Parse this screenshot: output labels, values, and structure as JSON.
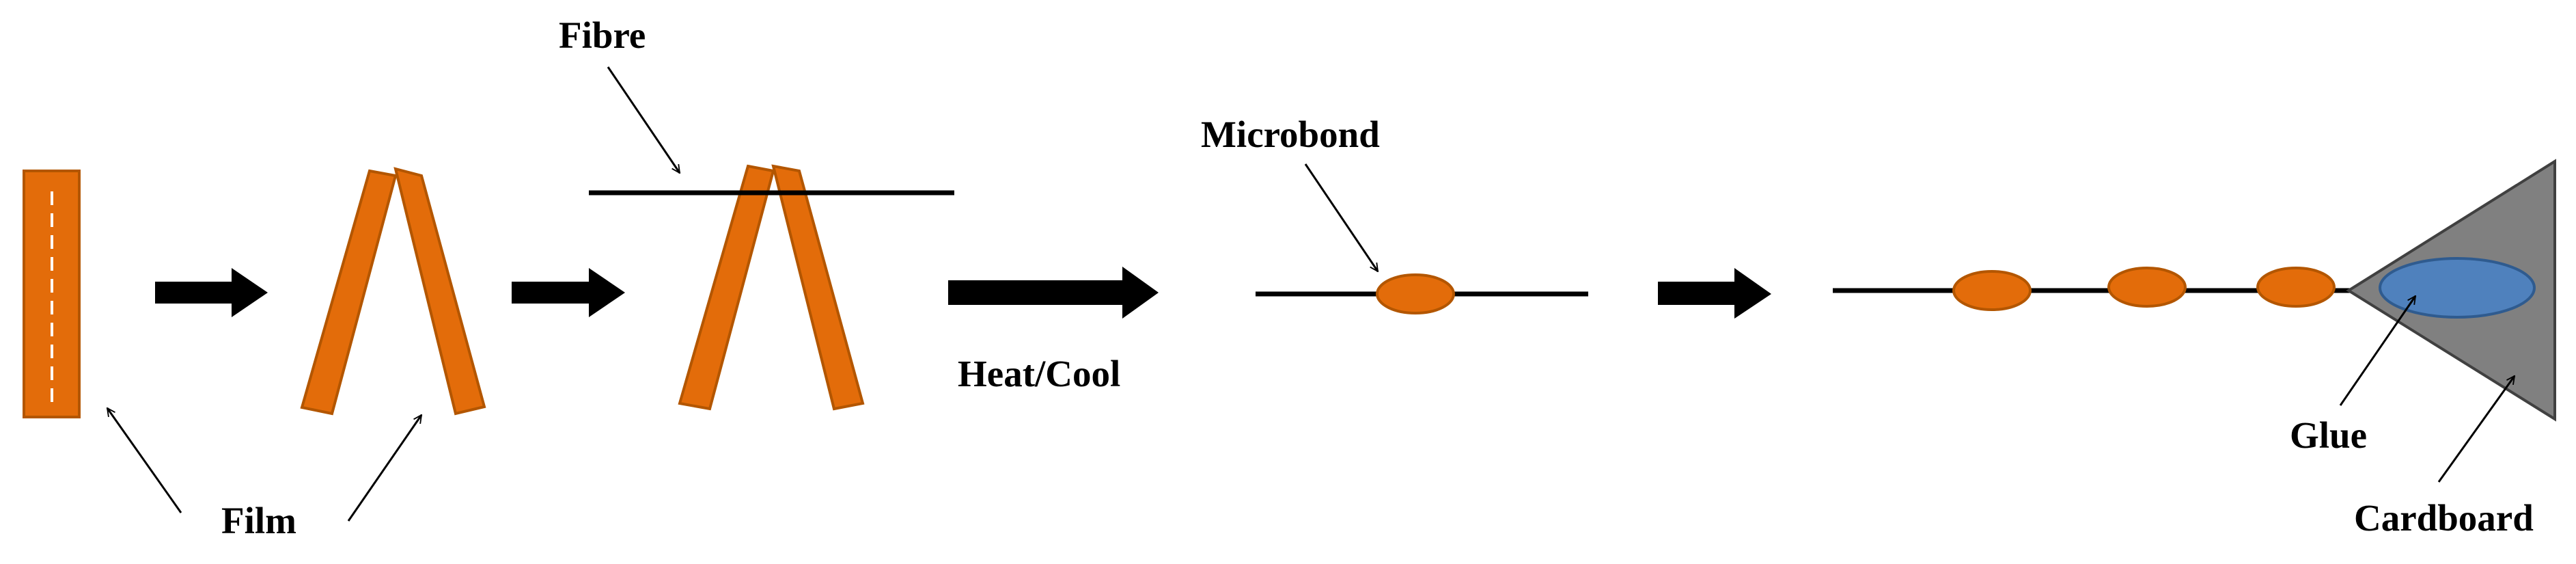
{
  "labels": {
    "fibre": "Fibre",
    "film": "Film",
    "heat_cool": "Heat/Cool",
    "microbond": "Microbond",
    "glue": "Glue",
    "cardboard": "Cardboard"
  },
  "colors": {
    "film_fill": "#E36C0A",
    "film_stroke": "#B35600",
    "fibre": "#000000",
    "arrow": "#000000",
    "cardboard_fill": "#808080",
    "cardboard_stroke": "#404040",
    "glue_fill": "#4F81BD",
    "glue_stroke": "#2F5B8F",
    "film_dash": "#FFFFFF"
  },
  "icons": {
    "process_arrow": "right-block-arrow",
    "leader_arrow": "thin-arrow"
  }
}
